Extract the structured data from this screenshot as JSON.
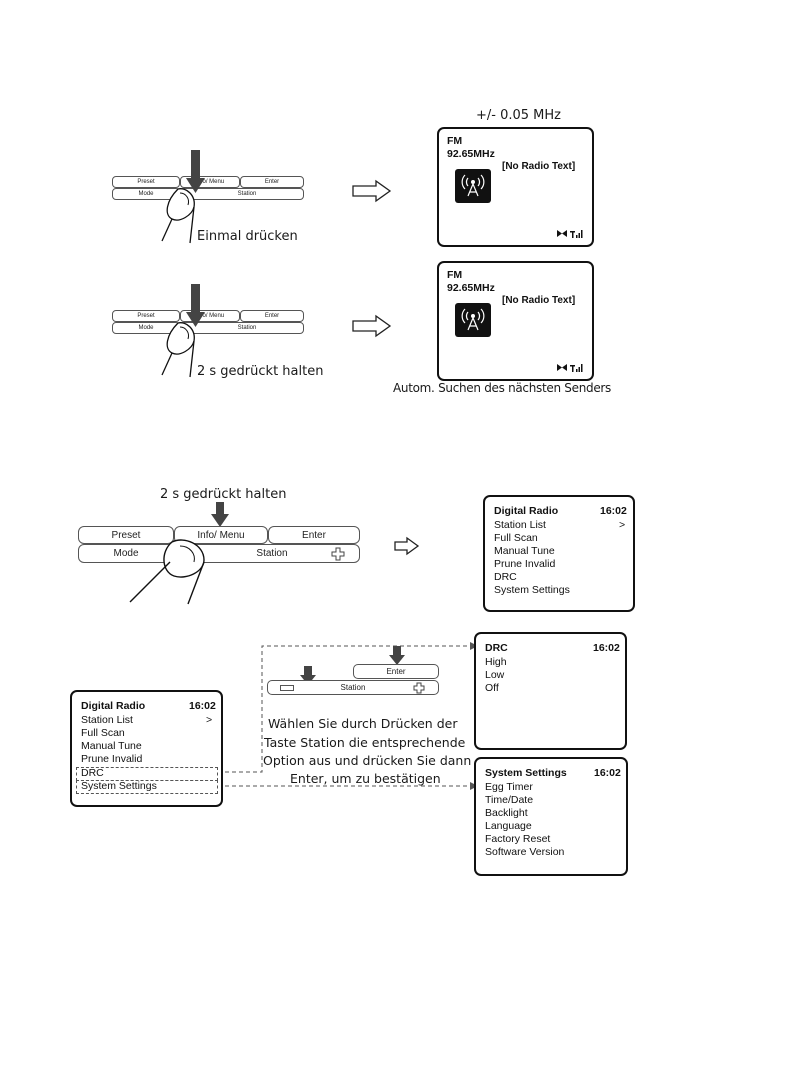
{
  "panels": {
    "short_press": {
      "caption_top": "+/- 0.05 MHz",
      "press_label": "Einmal drücken",
      "screen": {
        "band": "FM",
        "frequency": "92.65MHz",
        "radio_text": "[No Radio Text]"
      }
    },
    "long_press": {
      "press_label": "2 s gedrückt halten",
      "caption_bottom": "Autom. Suchen des nächsten Senders",
      "screen": {
        "band": "FM",
        "frequency": "92.65MHz",
        "radio_text": "[No Radio Text]"
      }
    }
  },
  "buttons": {
    "preset": "Preset",
    "info_menu": "Info/ Menu",
    "enter": "Enter",
    "mode": "Mode",
    "station": "Station"
  },
  "menu_section": {
    "press_label": "2 s gedrückt halten",
    "main_menu": {
      "title": "Digital Radio",
      "time": "16:02",
      "items": [
        "Station List",
        "Full Scan",
        "Manual Tune",
        "Prune Invalid",
        "DRC",
        "System Settings"
      ],
      "station_list_indicator": ">"
    },
    "instruction": [
      "Wählen Sie durch Drücken der",
      "Taste Station die entsprechende",
      "Option aus und drücken Sie dann",
      "Enter, um zu bestätigen"
    ],
    "drc_menu": {
      "title": "DRC",
      "time": "16:02",
      "items": [
        "High",
        "Low",
        "Off"
      ]
    },
    "system_menu": {
      "title": "System Settings",
      "time": "16:02",
      "items": [
        "Egg Timer",
        "Time/Date",
        "Backlight",
        "Language",
        "Factory Reset",
        "Software Version"
      ]
    }
  }
}
